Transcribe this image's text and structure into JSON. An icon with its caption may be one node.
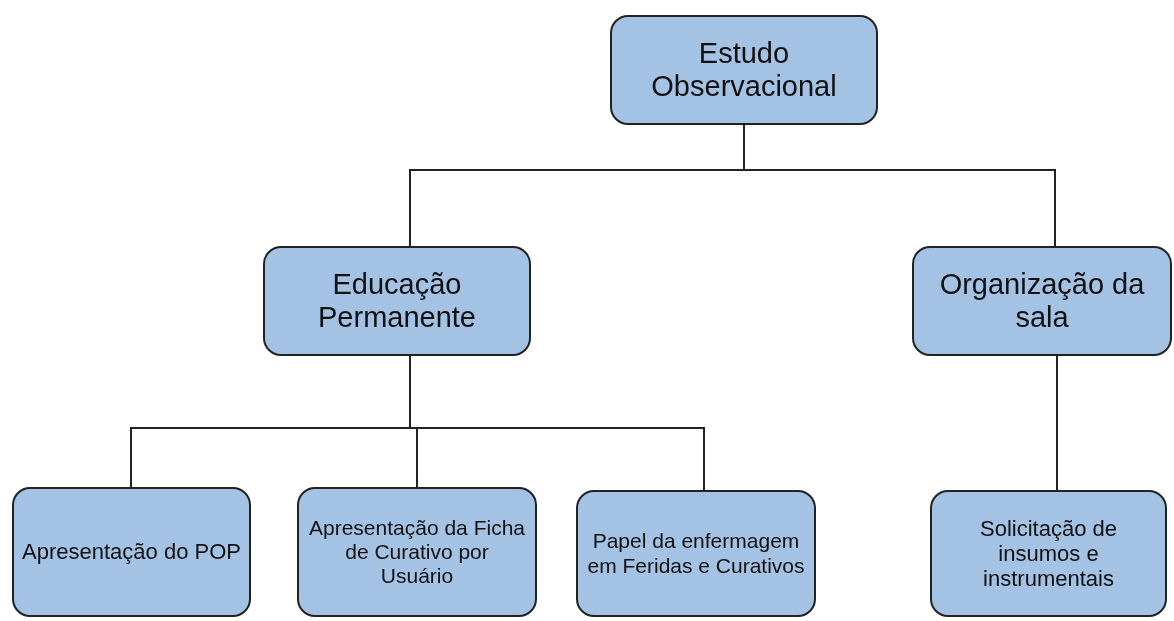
{
  "diagram": {
    "nodes": [
      {
        "text": [
          "Estudo Observacional"
        ]
      },
      {
        "text": [
          "Educação Permanente"
        ]
      },
      {
        "text": [
          "Organização da sala"
        ]
      },
      {
        "text": [
          "Apresentação do POP"
        ]
      },
      {
        "text": [
          "Apresentação da Ficha de Curativo por Usuário"
        ]
      },
      {
        "text": [
          "Papel da enfermagem em Feridas e Curativos"
        ]
      },
      {
        "text": [
          "Solicitação de insumos e instrumentais"
        ]
      }
    ],
    "edges": [
      {
        "from": 0,
        "to": 1,
        "arrow": "none"
      },
      {
        "from": 0,
        "to": 2,
        "arrow": "none"
      },
      {
        "from": 1,
        "to": 3,
        "arrow": "none"
      },
      {
        "from": 1,
        "to": 4,
        "arrow": "none"
      },
      {
        "from": 1,
        "to": 5,
        "arrow": "none"
      },
      {
        "from": 2,
        "to": 6,
        "arrow": "none"
      }
    ]
  }
}
